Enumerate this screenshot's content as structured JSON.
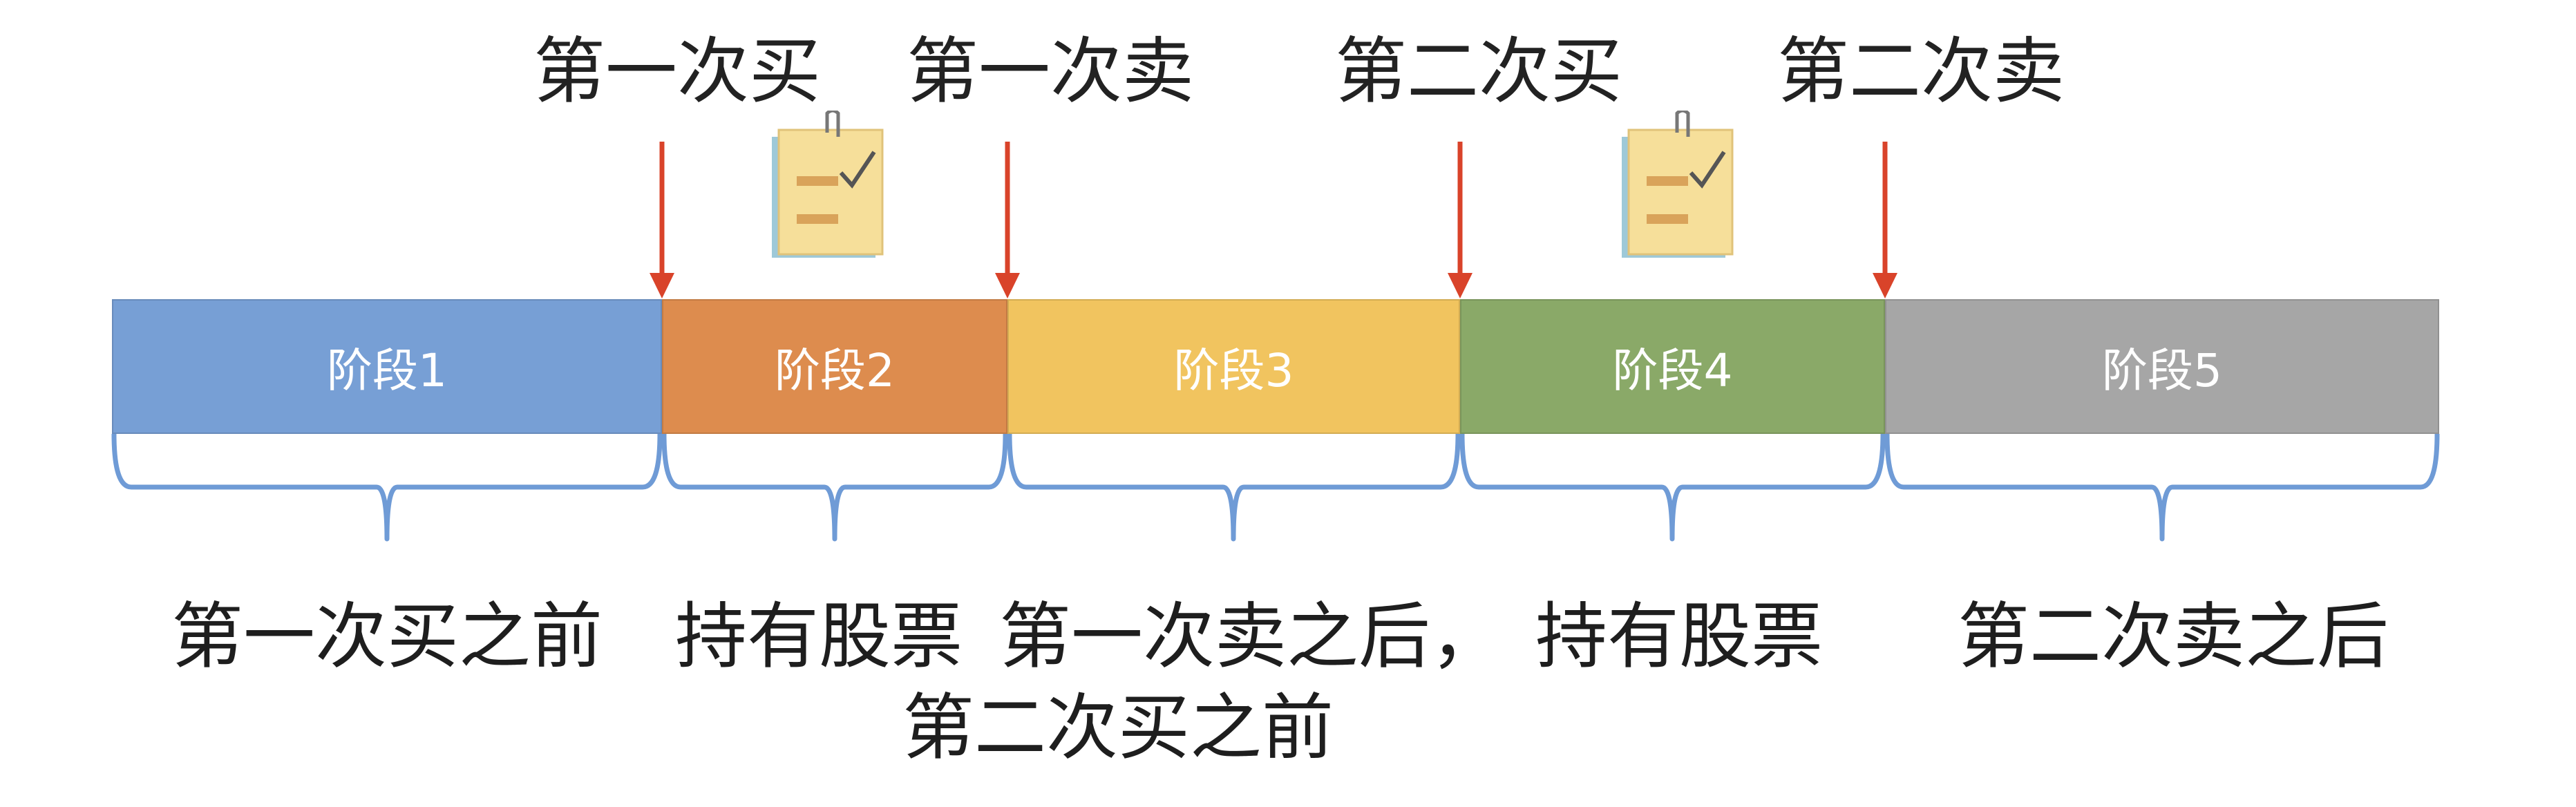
{
  "diagram": {
    "events": [
      {
        "label": "第一次买"
      },
      {
        "label": "第一次卖"
      },
      {
        "label": "第二次买"
      },
      {
        "label": "第二次卖"
      }
    ],
    "stages": [
      {
        "label": "阶段1",
        "color": "#779fd5"
      },
      {
        "label": "阶段2",
        "color": "#dd8c4e"
      },
      {
        "label": "阶段3",
        "color": "#f1c45f"
      },
      {
        "label": "阶段4",
        "color": "#8aa968"
      },
      {
        "label": "阶段5",
        "color": "#a6a6a6"
      }
    ],
    "descriptions": [
      {
        "line1": "第一次买之前",
        "line2": ""
      },
      {
        "line1": "持有股票",
        "line2": ""
      },
      {
        "line1": "第一次卖之后，",
        "line2": "第二次买之前"
      },
      {
        "line1": "持有股票",
        "line2": ""
      },
      {
        "line1": "第二次卖之后",
        "line2": ""
      }
    ],
    "colors": {
      "arrow": "#d9432a",
      "brace": "#6f9bd6",
      "note_paper": "#f6df9a",
      "note_shadow": "#9ec9d8",
      "note_lines": "#d9a35a"
    }
  }
}
